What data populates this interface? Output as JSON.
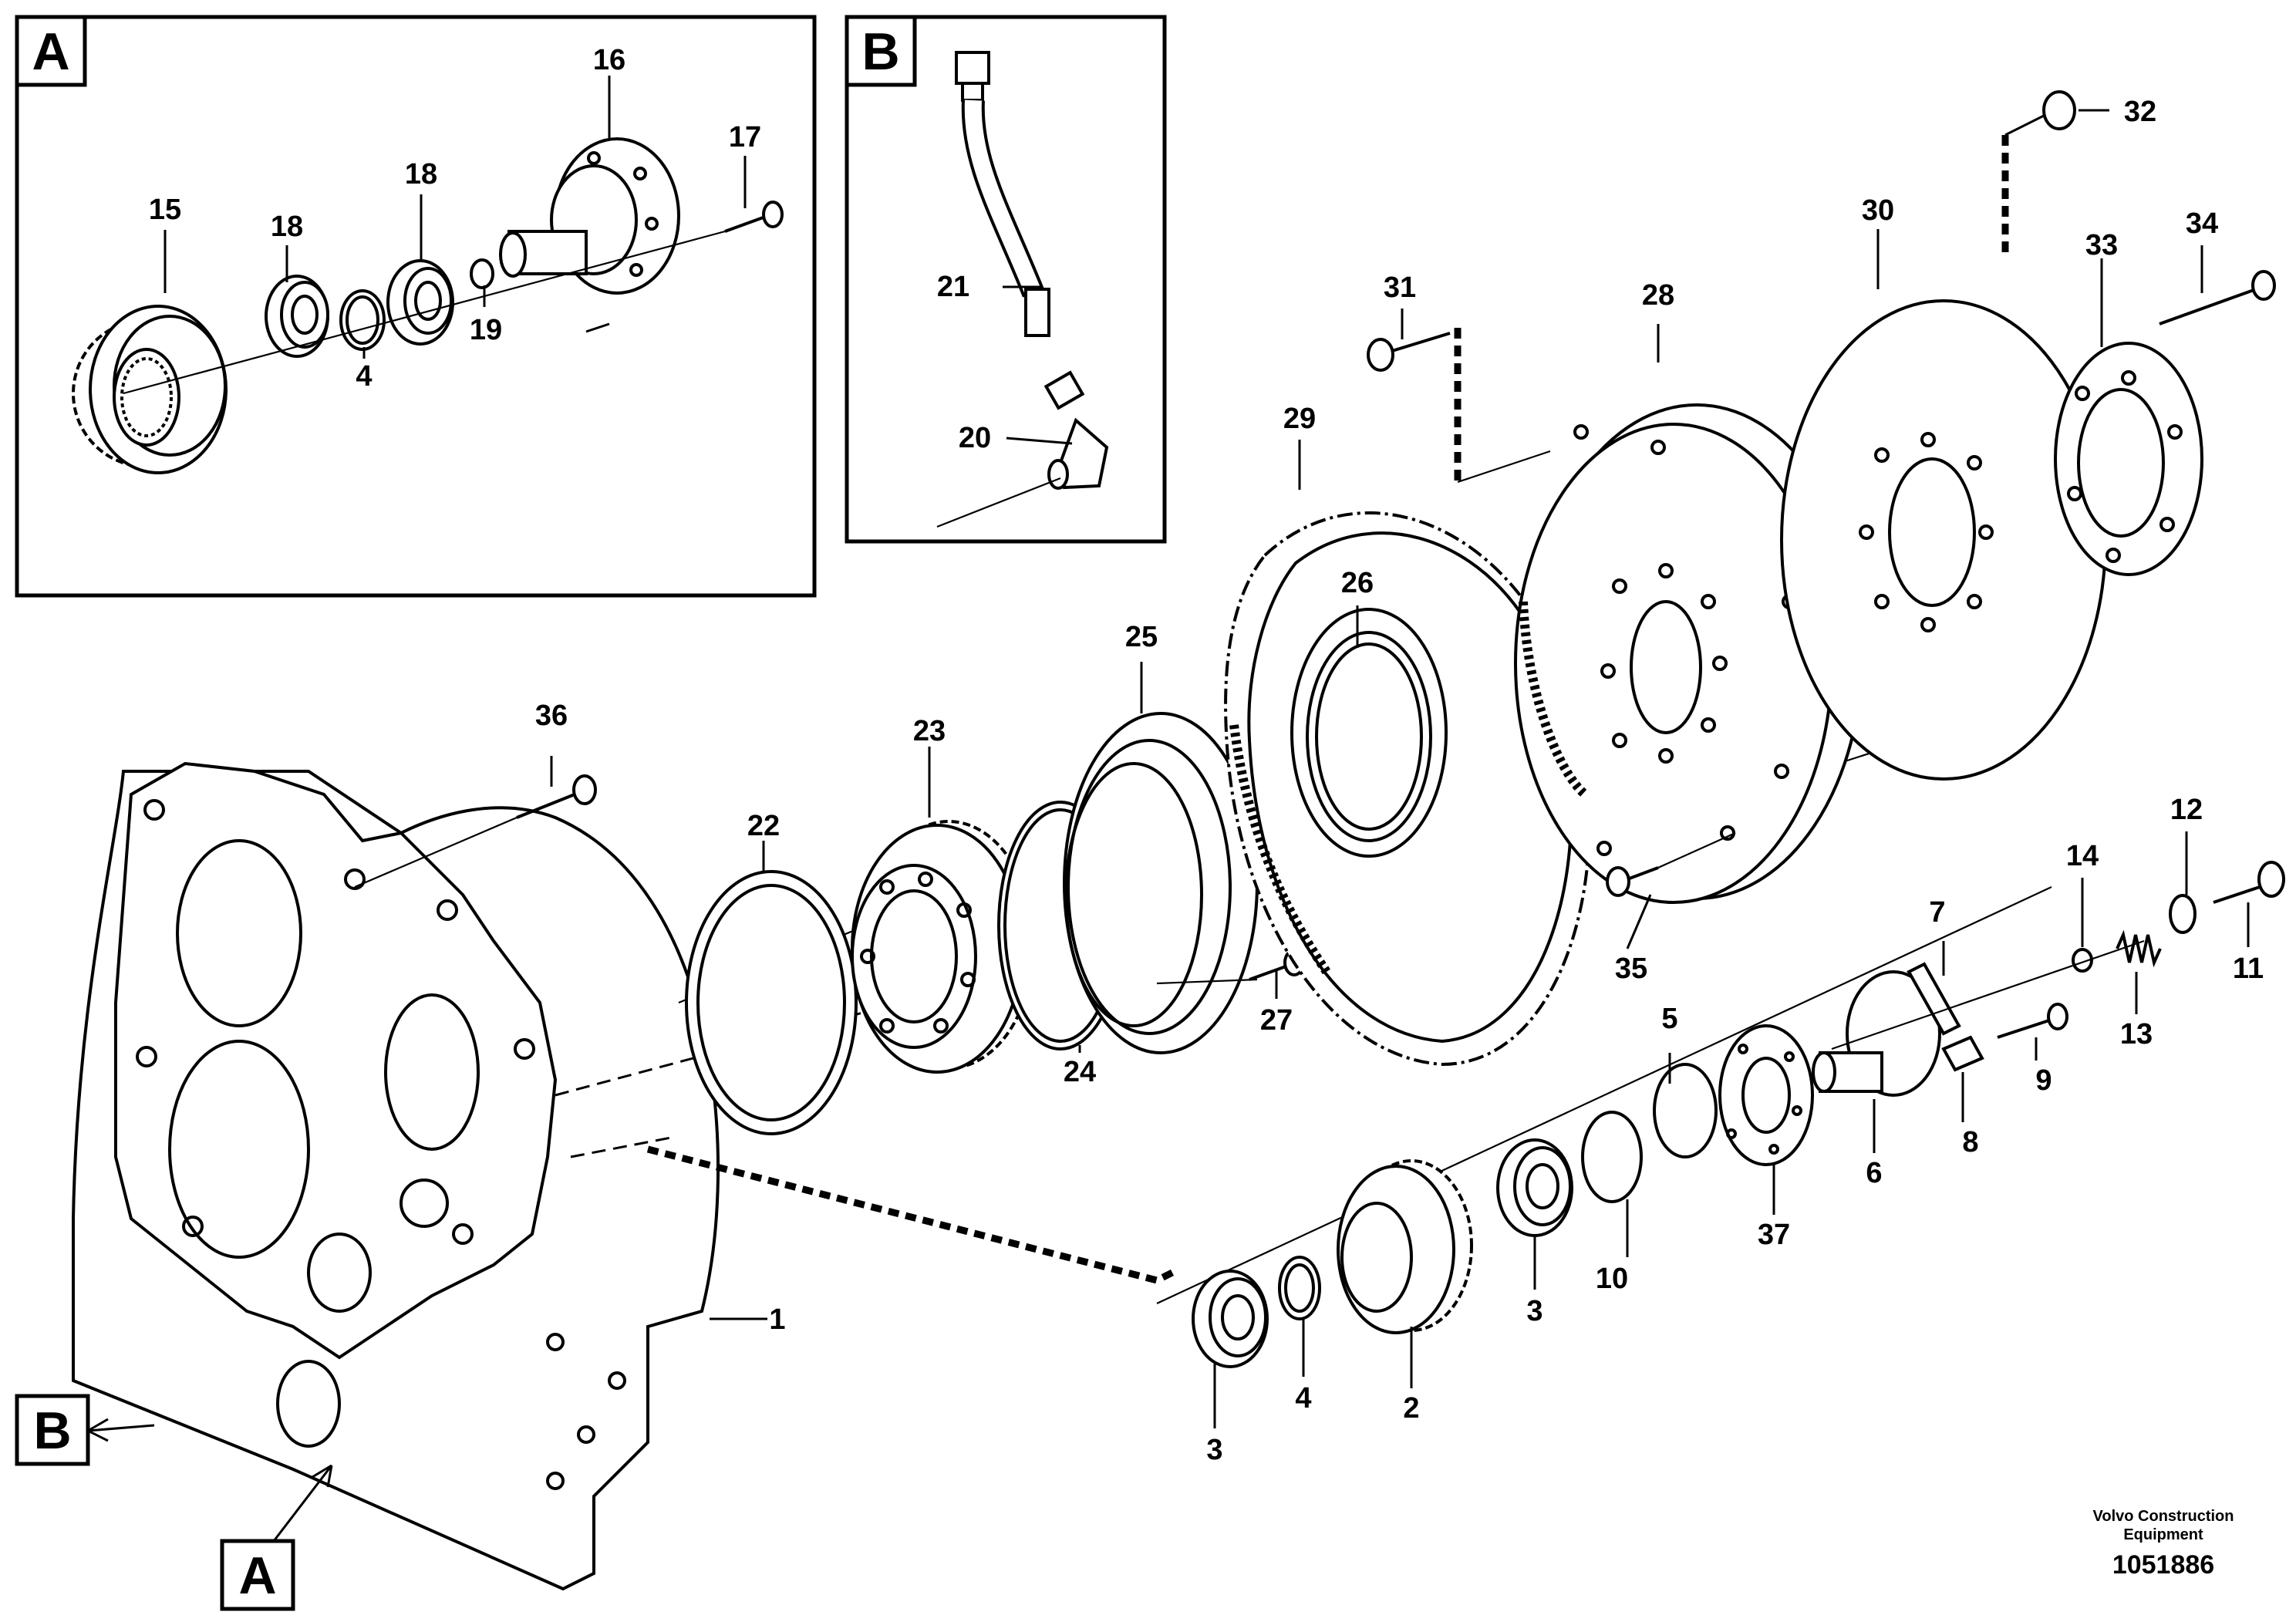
{
  "panels": {
    "detail_a": "A",
    "detail_b": "B"
  },
  "markers": {
    "ref_a": "A",
    "ref_b": "B"
  },
  "callouts": {
    "p1": "1",
    "p2": "2",
    "p3a": "3",
    "p3b": "3",
    "p4a": "4",
    "p4b": "4",
    "p5": "5",
    "p6": "6",
    "p7": "7",
    "p8": "8",
    "p9": "9",
    "p10": "10",
    "p11": "11",
    "p12": "12",
    "p13": "13",
    "p14": "14",
    "p15": "15",
    "p16": "16",
    "p17": "17",
    "p18a": "18",
    "p18b": "18",
    "p19": "19",
    "p20": "20",
    "p21": "21",
    "p22": "22",
    "p23": "23",
    "p24": "24",
    "p25": "25",
    "p26": "26",
    "p27": "27",
    "p28": "28",
    "p29": "29",
    "p30": "30",
    "p31": "31",
    "p32": "32",
    "p33": "33",
    "p34": "34",
    "p35": "35",
    "p36": "36",
    "p37": "37"
  },
  "footer": {
    "publisher_line1": "Volvo Construction",
    "publisher_line2": "Equipment",
    "drawing_number": "1051886"
  }
}
